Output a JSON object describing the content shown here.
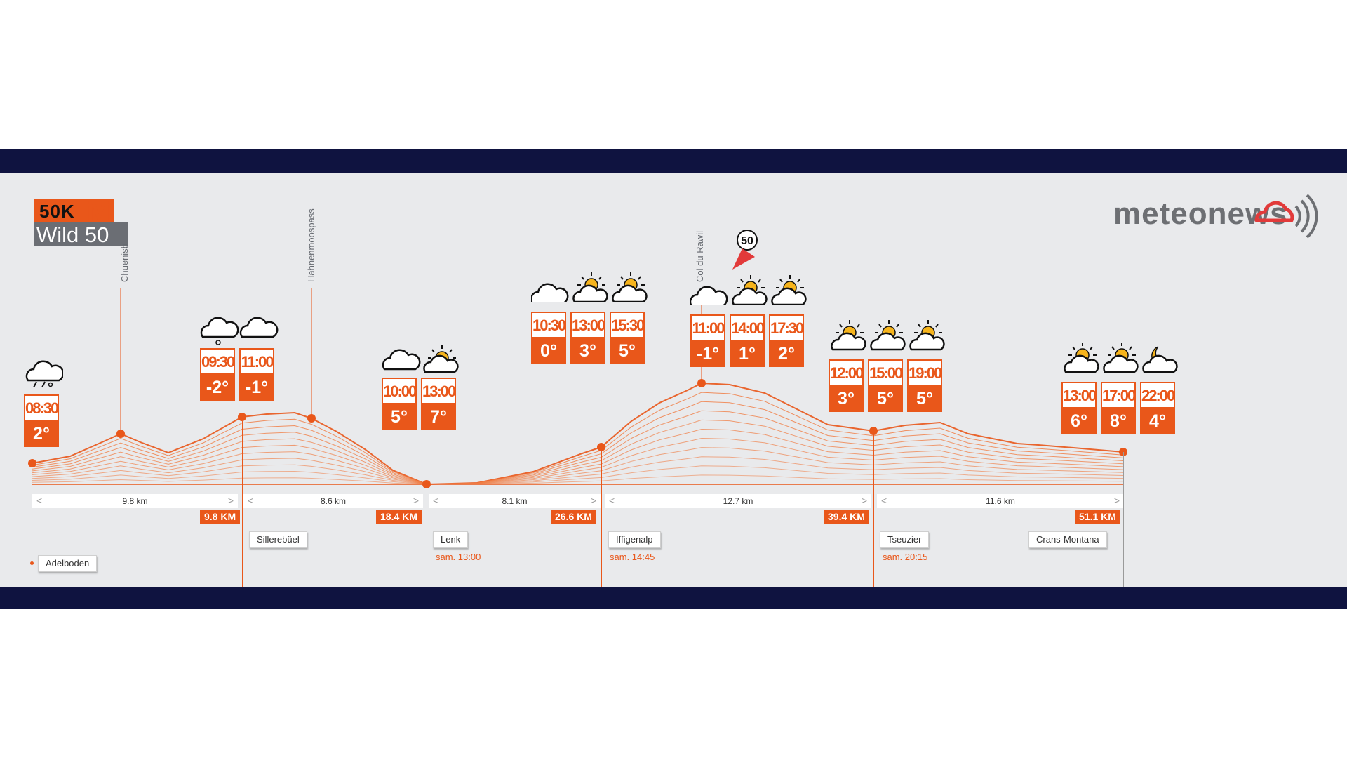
{
  "logo": {
    "top": "50K",
    "m": "M",
    "bottom": "Wild 50"
  },
  "brand": {
    "name": "meteonews"
  },
  "peaks": [
    {
      "name": "Chuenisb"
    },
    {
      "name": "Hahnenmoospass"
    },
    {
      "name": "Col du Rawil"
    }
  ],
  "bib": "50",
  "segments": [
    {
      "label": "9.8 km"
    },
    {
      "label": "8.6 km"
    },
    {
      "label": "8.1 km"
    },
    {
      "label": "12.7 km"
    },
    {
      "label": "11.6 km"
    }
  ],
  "km_markers": [
    "9.8 KM",
    "18.4 KM",
    "26.6 KM",
    "39.4 KM",
    "51.1 KM"
  ],
  "places": [
    {
      "name": "Adelboden",
      "time": ""
    },
    {
      "name": "Sillerebüel",
      "time": ""
    },
    {
      "name": "Lenk",
      "time": "sam. 13:00"
    },
    {
      "name": "Iffigenalp",
      "time": "sam. 14:45"
    },
    {
      "name": "Tseuzier",
      "time": "sam. 20:15"
    },
    {
      "name": "Crans-Montana",
      "time": ""
    }
  ],
  "forecasts": [
    {
      "items": [
        {
          "time": "08:30",
          "temp": "2°",
          "icon": "snow-rain-cloud-icon"
        }
      ]
    },
    {
      "items": [
        {
          "time": "09:30",
          "temp": "-2°",
          "icon": "snow-cloud-icon"
        },
        {
          "time": "11:00",
          "temp": "-1°",
          "icon": "cloud-icon"
        }
      ]
    },
    {
      "items": [
        {
          "time": "10:00",
          "temp": "5°",
          "icon": "cloud-icon"
        },
        {
          "time": "13:00",
          "temp": "7°",
          "icon": "sun-cloud-icon"
        }
      ]
    },
    {
      "items": [
        {
          "time": "10:30",
          "temp": "0°",
          "icon": "cloud-icon"
        },
        {
          "time": "13:00",
          "temp": "3°",
          "icon": "sun-cloud-icon"
        },
        {
          "time": "15:30",
          "temp": "5°",
          "icon": "sun-cloud-icon"
        }
      ]
    },
    {
      "items": [
        {
          "time": "11:00",
          "temp": "-1°",
          "icon": "cloud-icon"
        },
        {
          "time": "14:00",
          "temp": "1°",
          "icon": "sun-cloud-icon"
        },
        {
          "time": "17:30",
          "temp": "2°",
          "icon": "sun-cloud-icon"
        }
      ]
    },
    {
      "items": [
        {
          "time": "12:00",
          "temp": "3°",
          "icon": "sun-cloud-icon"
        },
        {
          "time": "15:00",
          "temp": "5°",
          "icon": "sun-cloud-icon"
        },
        {
          "time": "19:00",
          "temp": "5°",
          "icon": "sun-cloud-icon"
        }
      ]
    },
    {
      "items": [
        {
          "time": "13:00",
          "temp": "6°",
          "icon": "sun-cloud-icon"
        },
        {
          "time": "17:00",
          "temp": "8°",
          "icon": "sun-cloud-icon"
        },
        {
          "time": "22:00",
          "temp": "4°",
          "icon": "moon-cloud-icon"
        }
      ]
    }
  ],
  "colors": {
    "accent": "#e9571a",
    "band": "#0f1340",
    "panel": "#e9eaec"
  }
}
